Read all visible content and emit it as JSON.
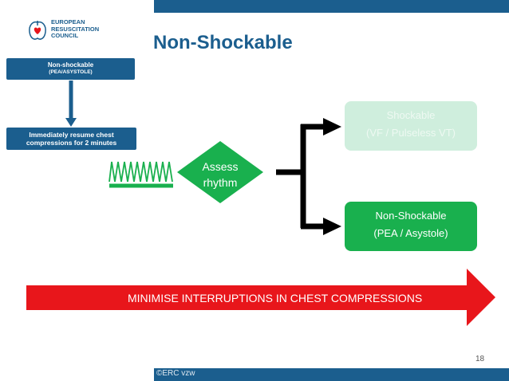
{
  "logo": {
    "line1": "EUROPEAN",
    "line2": "RESUSCITATION",
    "line3": "COUNCIL"
  },
  "title": "Non-Shockable",
  "mini_flow": {
    "box1_label": "Non-shockable",
    "box1_sub": "(PEA/ASYSTOLE)",
    "box2_line1": "Immediately resume chest",
    "box2_line2": "compressions for 2 minutes"
  },
  "nodes": {
    "assess_line1": "Assess",
    "assess_line2": "rhythm",
    "shockable_line1": "Shockable",
    "shockable_line2": "(VF / Pulseless VT)",
    "nonshock_line1": "Non-Shockable",
    "nonshock_line2": "(PEA / Asystole)"
  },
  "banner": "MINIMISE INTERRUPTIONS IN CHEST COMPRESSIONS",
  "page_number": "18",
  "footer": "©ERC vzw",
  "colors": {
    "brand_blue": "#1b5e8e",
    "green": "#19b04e",
    "faded_green": "#cfeedd",
    "banner_red": "#e8161b",
    "arrow_black": "#000000"
  }
}
